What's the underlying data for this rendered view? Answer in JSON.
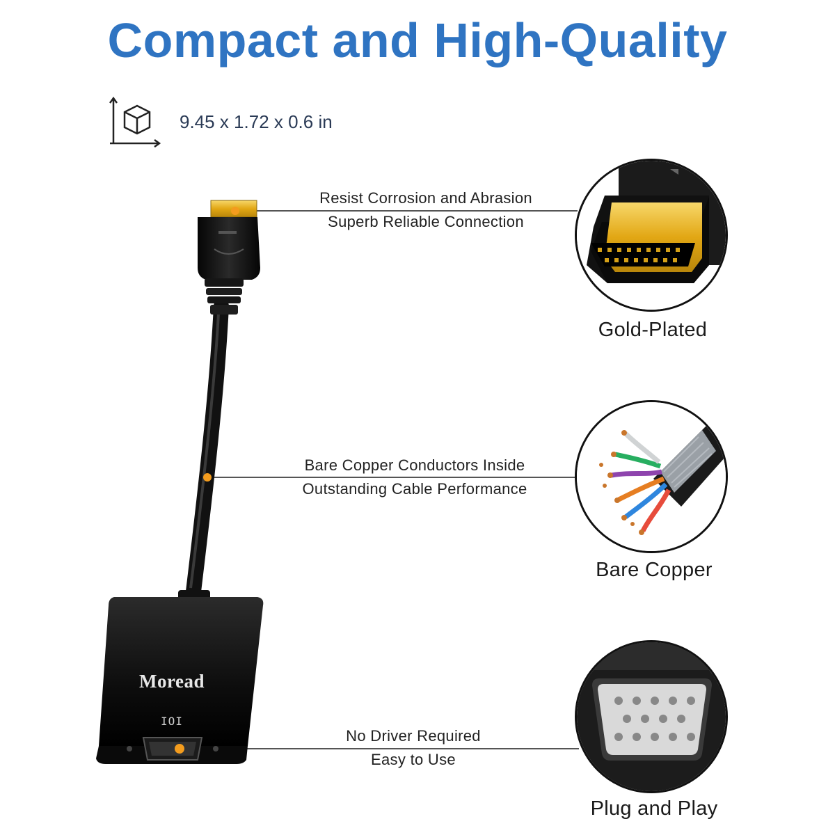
{
  "title": "Compact and High-Quality",
  "dimensions": {
    "icon": "cube-dimension-icon",
    "text": "9.45 x 1.72 x 0.6 in"
  },
  "brand": "Moread",
  "vga_symbol": "IOI",
  "accent_color": "#2f74c2",
  "marker_color": "#f39c1e",
  "features": [
    {
      "line1": "Resist Corrosion and Abrasion",
      "line2": "Superb Reliable Connection",
      "label": "Gold-Plated",
      "icon": "hdmi-gold-connector"
    },
    {
      "line1": "Bare Copper Conductors Inside",
      "line2": "Outstanding Cable Performance",
      "label": "Bare Copper",
      "icon": "copper-wires"
    },
    {
      "line1": "No Driver Required",
      "line2": "Easy to Use",
      "label": "Plug and Play",
      "icon": "vga-port"
    }
  ]
}
